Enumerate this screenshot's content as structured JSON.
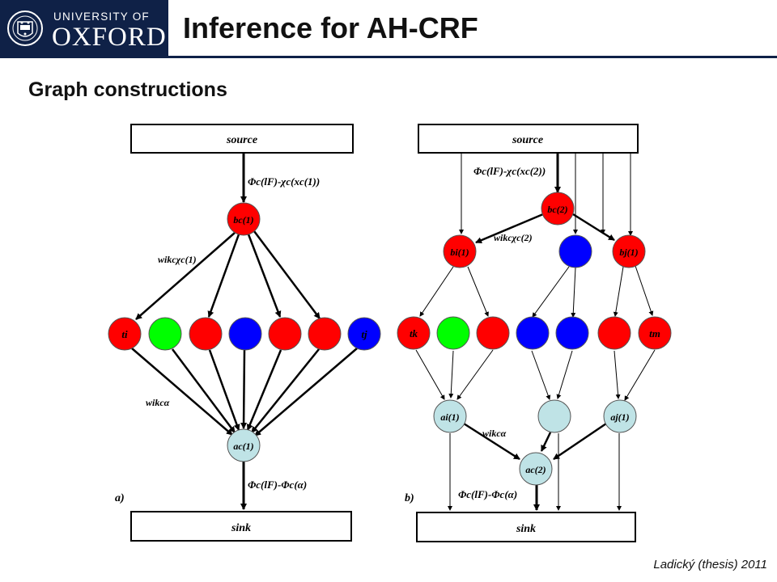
{
  "header": {
    "logo_university": "UNIVERSITY OF",
    "logo_name": "OXFORD",
    "title": "Inference for AH-CRF",
    "accent_color": "#0f2147"
  },
  "subtitle": "Graph constructions",
  "citation": "Ladický (thesis) 2011",
  "colors": {
    "red": "#ff0000",
    "green": "#00ff00",
    "blue": "#0000ff",
    "aux": "#bfe3e6"
  },
  "diagram_a": {
    "panel_label": "a)",
    "source": "source",
    "sink": "sink",
    "top_edge_label": "Φc(lF)-χc(xc(1))",
    "b_node": "bc(1)",
    "w_label_upper": "wikcχc(1)",
    "w_label_lower": "wikcα",
    "leaf_first": "ti",
    "leaf_last": "tj",
    "a_node": "ac(1)",
    "bottom_edge_label": "Φc(lF)-Φc(α)"
  },
  "diagram_b": {
    "panel_label": "b)",
    "source": "source",
    "sink": "sink",
    "top_edge_label": "Φc(lF)-χc(xc(2))",
    "b_top": "bc(2)",
    "b_left": "bi(1)",
    "b_right": "bj(1)",
    "w_label_upper": "wikcχc(2)",
    "leaf_first": "tk",
    "leaf_last": "tm",
    "a_left": "ai(1)",
    "a_right": "aj(1)",
    "w_label_lower": "wikcα",
    "a_bottom": "ac(2)",
    "bottom_edge_label": "Φc(lF)-Φc(α)"
  }
}
